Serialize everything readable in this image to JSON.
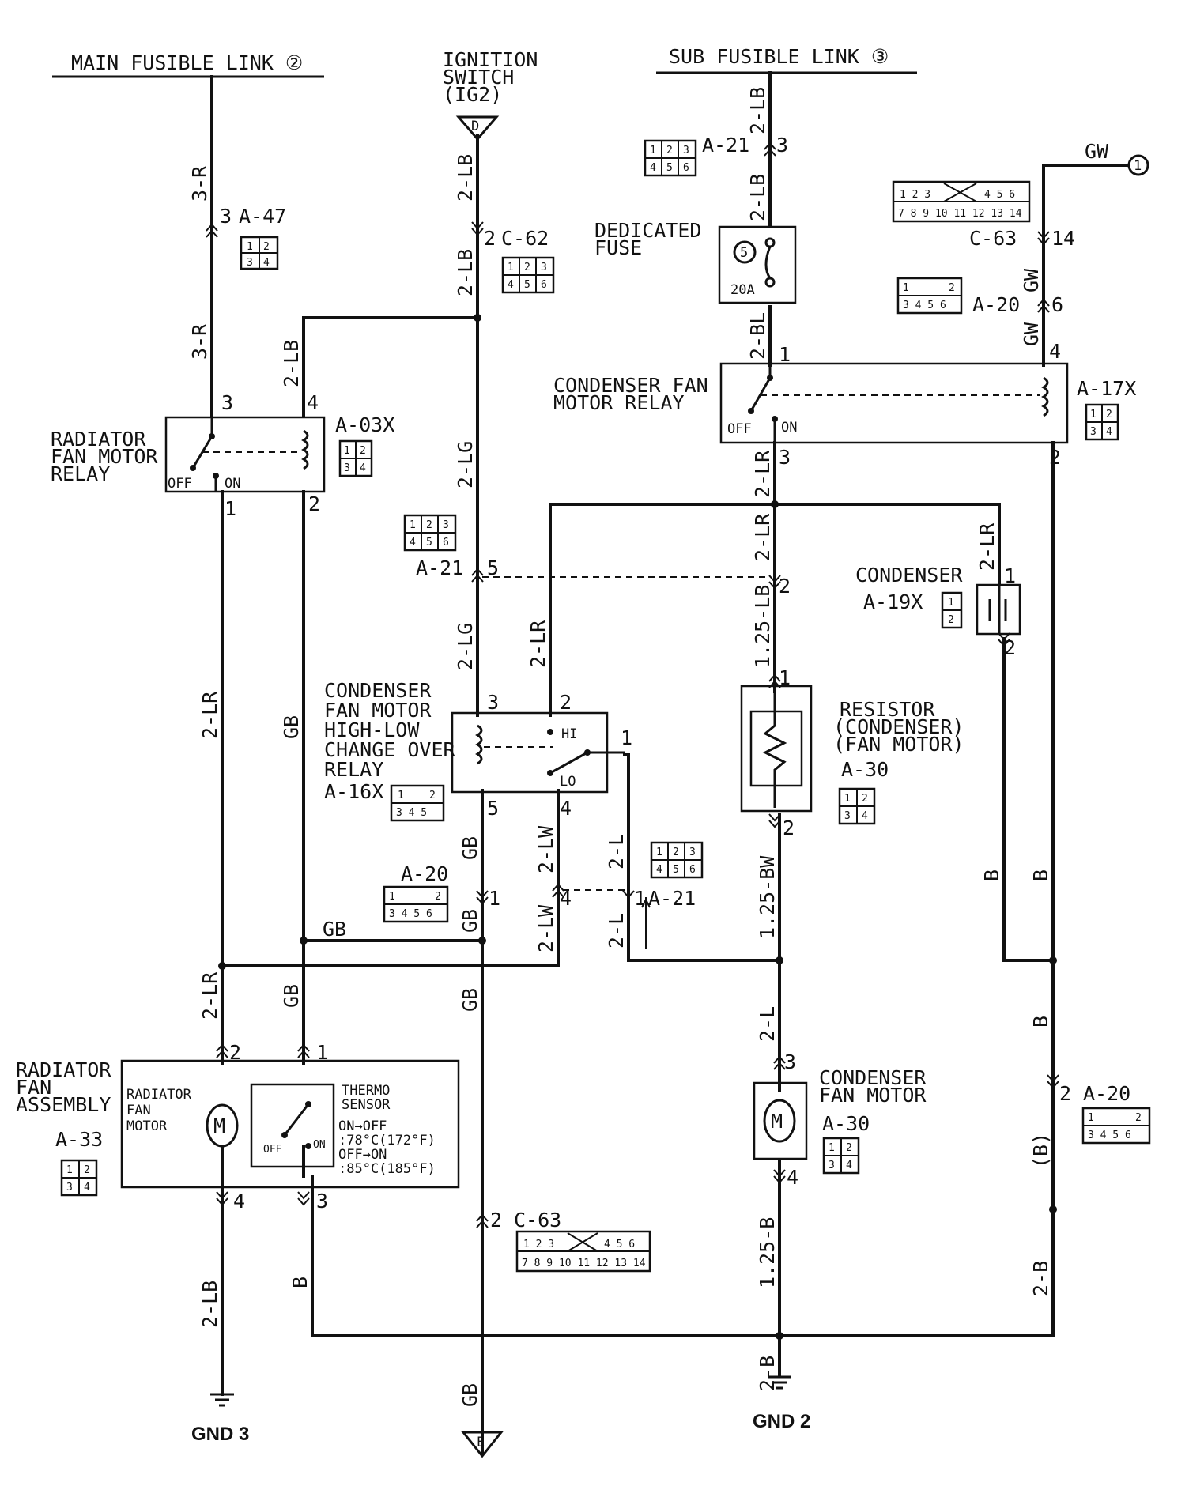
{
  "sources": {
    "main_fusible_link": "MAIN FUSIBLE LINK ②",
    "ignition_switch_1": "IGNITION",
    "ignition_switch_2": "SWITCH",
    "ignition_switch_3": "(IG2)",
    "sub_fusible_link": "SUB FUSIBLE LINK ③",
    "gw_ref": "GW",
    "ref_one": "1",
    "ig_terminal": "D",
    "e_terminal": "E"
  },
  "components": {
    "radiator_relay": [
      "RADIATOR",
      "FAN MOTOR",
      "RELAY"
    ],
    "radiator_relay_id": "A-03X",
    "condenser_relay": [
      "CONDENSER FAN",
      "MOTOR RELAY"
    ],
    "condenser_relay_id": "A-17X",
    "dedicated_fuse": [
      "DEDICATED",
      "FUSE"
    ],
    "fuse_num": "5",
    "fuse_amp": "20A",
    "hl_relay": [
      "CONDENSER",
      "FAN MOTOR",
      "HIGH-LOW",
      "CHANGE OVER",
      "RELAY"
    ],
    "hl_relay_id": "A-16X",
    "condenser": "CONDENSER",
    "condenser_id": "A-19X",
    "resistor": [
      "RESISTOR",
      "(CONDENSER)",
      "(FAN MOTOR)"
    ],
    "resistor_id": "A-30",
    "rad_assembly": [
      "RADIATOR",
      "FAN",
      "ASSEMBLY"
    ],
    "rad_assembly_id": "A-33",
    "rad_motor": [
      "RADIATOR",
      "FAN",
      "MOTOR"
    ],
    "thermo": [
      "THERMO",
      "SENSOR"
    ],
    "thermo_spec": [
      "ON→OFF",
      ":78°C(172°F)",
      "OFF→ON",
      ":85°C(185°F)"
    ],
    "cond_motor": [
      "CONDENSER",
      "FAN MOTOR"
    ],
    "cond_motor_id": "A-30",
    "off": "OFF",
    "on": "ON",
    "hi": "HI",
    "lo": "LO",
    "motor_symbol": "M"
  },
  "connectors": {
    "a47": "A-47",
    "c62": "C-62",
    "a21": "A-21",
    "c63": "C-63",
    "a20": "A-20"
  },
  "wires": {
    "r3": "3-R",
    "lb2": "2-LB",
    "lg2": "2-LG",
    "lr2": "2-LR",
    "bl2": "2-BL",
    "gw": "GW",
    "gb": "GB",
    "lb125": "1.25-LB",
    "bw125": "1.25-BW",
    "lw2": "2-LW",
    "l2": "2-L",
    "b": "B",
    "b_paren": "(B)",
    "b125": "1.25-B",
    "b2": "2-B"
  },
  "pins": {
    "p1": "1",
    "p2": "2",
    "p3": "3",
    "p4": "4",
    "p5": "5",
    "p6": "6",
    "p14": "14"
  },
  "grounds": {
    "gnd3": "GND 3",
    "gnd2": "GND 2"
  }
}
